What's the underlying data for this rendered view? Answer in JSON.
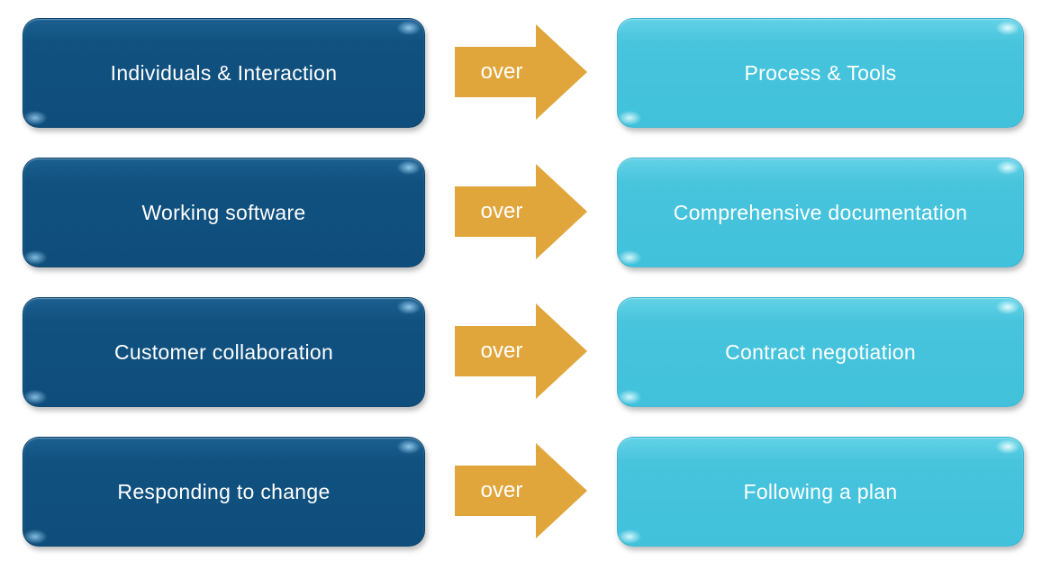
{
  "diagram": {
    "connector_label": "over",
    "colors": {
      "left_box": "#0F4E7C",
      "right_box": "#44C3DC",
      "arrow": "#E1A63B",
      "text": "#FFFFFF",
      "background": "#FFFFFF"
    },
    "rows": [
      {
        "left": "Individuals & Interaction",
        "right": "Process & Tools"
      },
      {
        "left": "Working software",
        "right": "Comprehensive documentation"
      },
      {
        "left": "Customer collaboration",
        "right": "Contract negotiation"
      },
      {
        "left": "Responding to change",
        "right": "Following a plan"
      }
    ]
  }
}
